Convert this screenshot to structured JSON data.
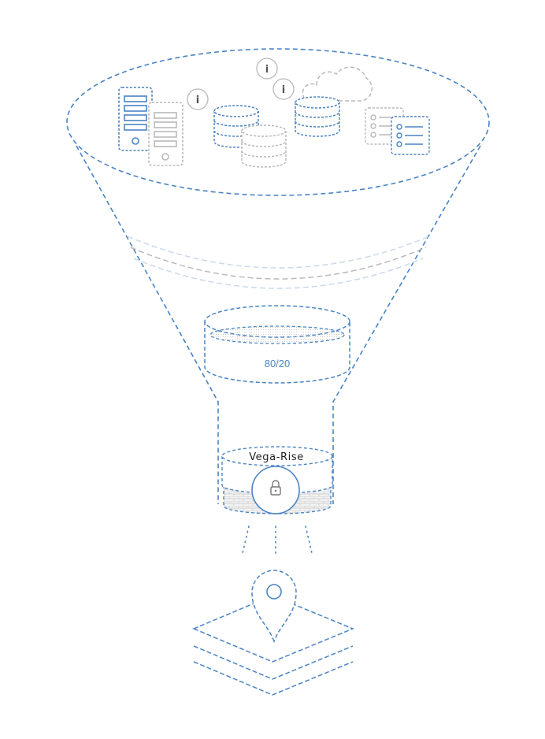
{
  "diagram": {
    "ratio_label": "80/20",
    "brand_label": "Vega-Rise",
    "info_glyph": "i"
  },
  "colors": {
    "primary": "#4a84c4",
    "secondary": "#b9b9b9",
    "faint": "#c9d9ea",
    "background": "#ffffff"
  },
  "icons": [
    "server-icon",
    "database-icon",
    "cloud-icon",
    "info-icon",
    "document-list-icon",
    "lock-icon",
    "location-pin-icon",
    "layers-icon",
    "funnel-icon",
    "brick-wall-icon"
  ]
}
